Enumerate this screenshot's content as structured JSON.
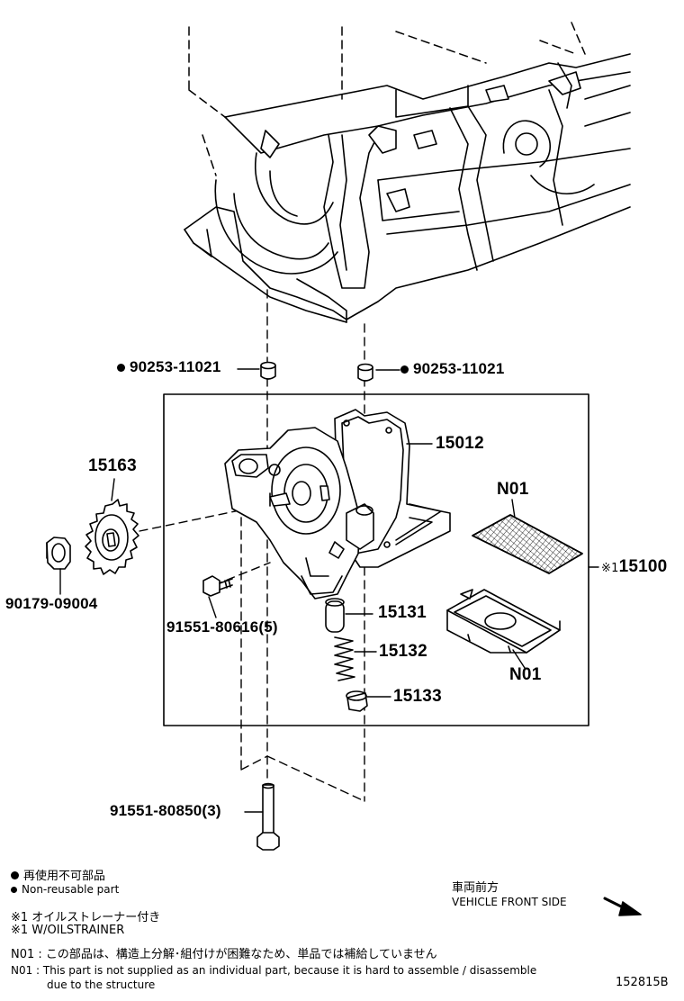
{
  "parts": {
    "nonreuse_left": "90253-11021",
    "nonreuse_right": "90253-11021",
    "cover": "15012",
    "sprocket": "15163",
    "strainer_top_ref": "N01",
    "assembly_mark": "※1",
    "assembly": "15100",
    "nut": "90179-09004",
    "bolt_small": "91551-80616(5)",
    "valve": "15131",
    "spring": "15132",
    "plug": "15133",
    "strainer_bottom_ref": "N01",
    "bolt_long": "91551-80850(3)"
  },
  "legend": {
    "nonreuse_jp": "再使用不可部品",
    "nonreuse_en": "Non-reusable part",
    "note1_jp": "※1 オイルストレーナー付き",
    "note1_en": "※1 W/OILSTRAINER",
    "n01_jp": "N01 : この部品は、構造上分解･組付けが困難なため、単品では補給していません",
    "n01_en_line1": "N01 : This part is not supplied as an individual part, because it is hard to assemble / disassemble",
    "n01_en_line2": "due to the structure"
  },
  "direction": {
    "jp": "車両前方",
    "en": "VEHICLE FRONT SIDE"
  },
  "figure_id": "152815B"
}
